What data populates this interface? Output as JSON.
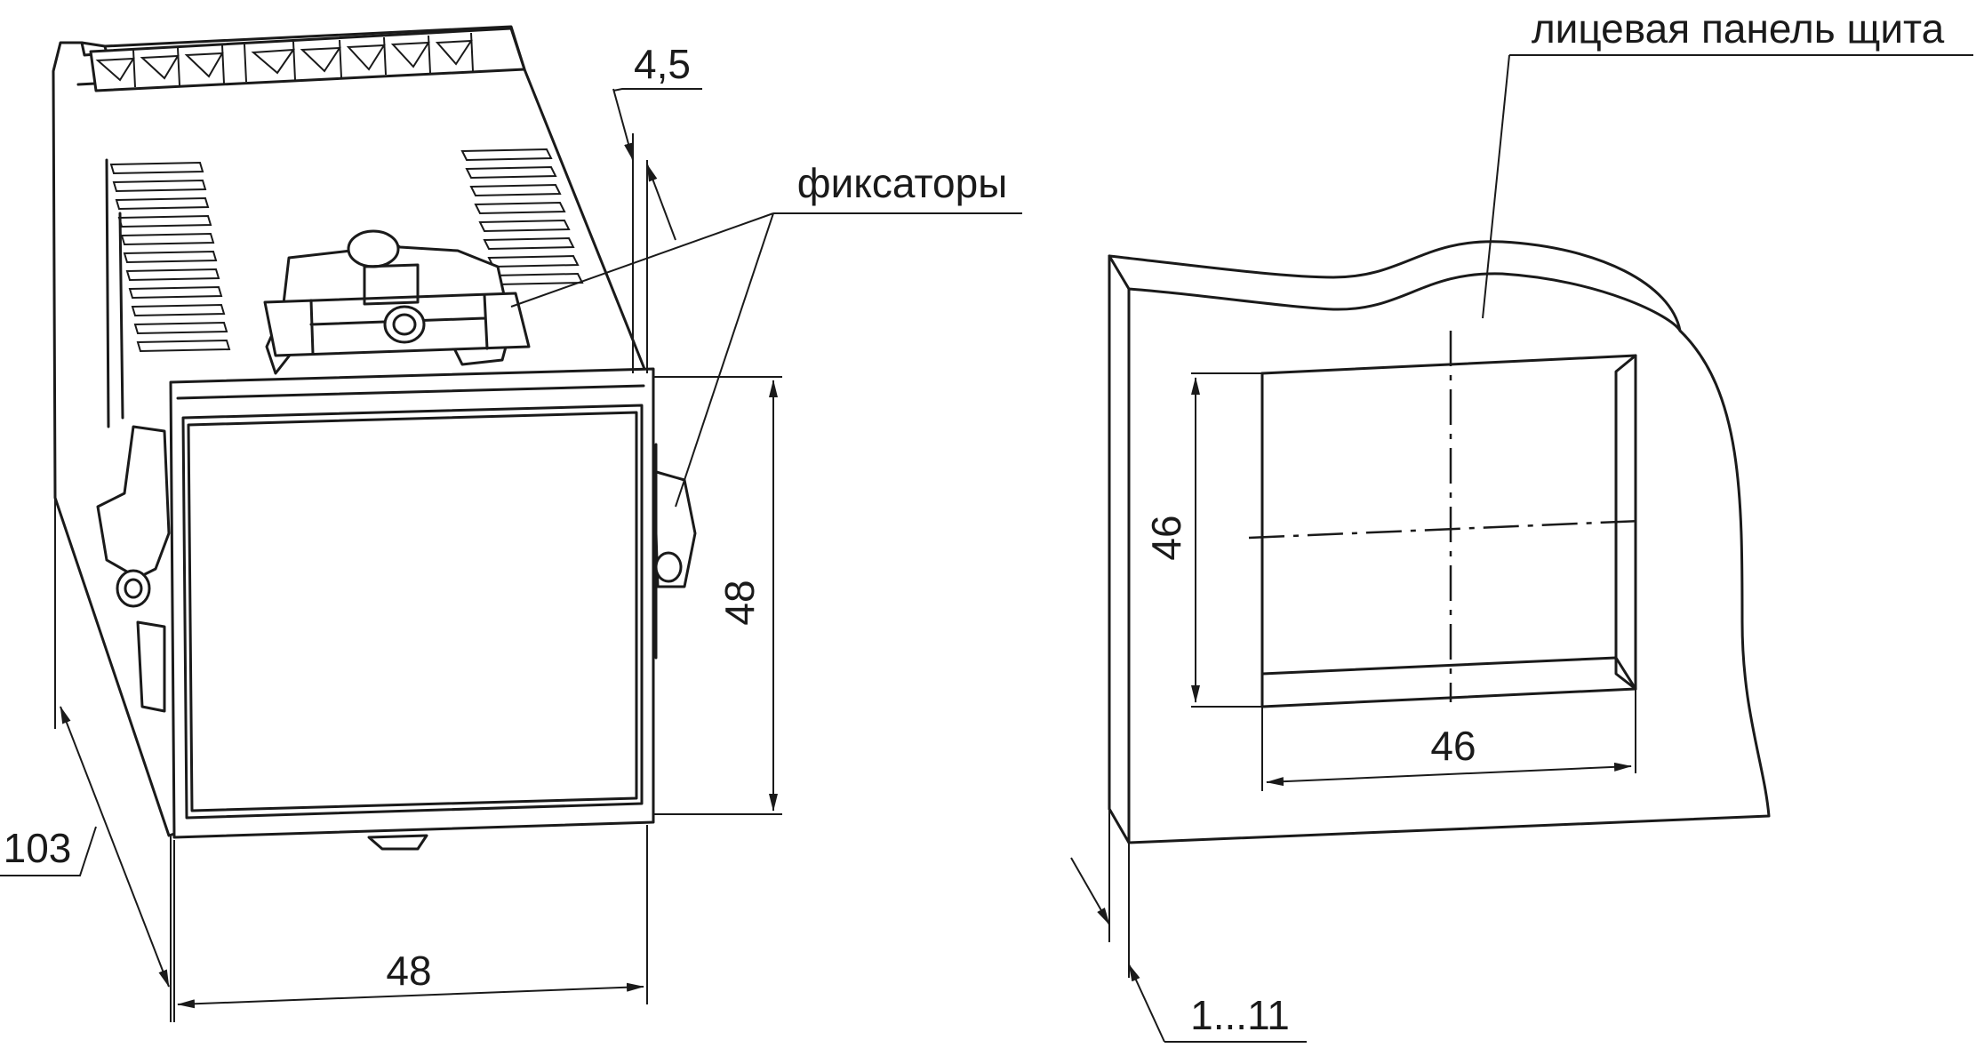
{
  "labels": {
    "panel_face": "лицевая панель щита",
    "latches": "фиксаторы"
  },
  "dimensions": {
    "front_gap": "4,5",
    "depth": "103",
    "width": "48",
    "height": "48",
    "cutout_height": "46",
    "cutout_width": "46",
    "panel_thickness": "1...11"
  }
}
